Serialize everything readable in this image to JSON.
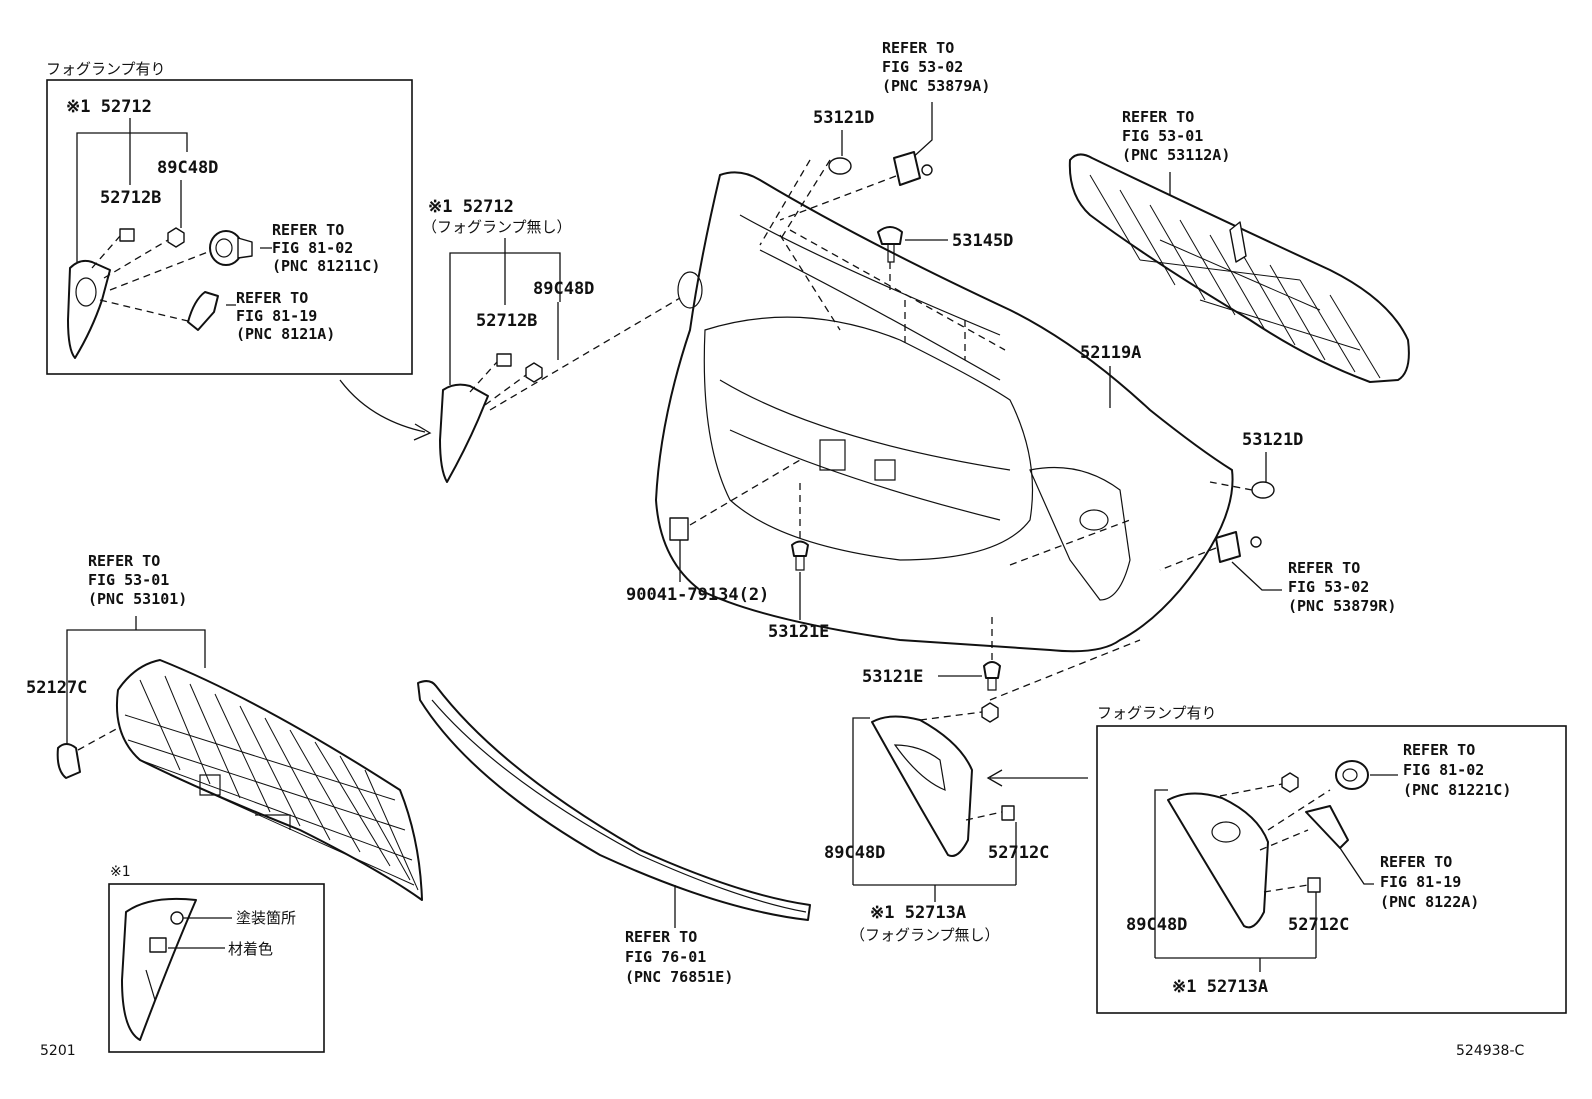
{
  "labels": {
    "fog_with_tl": "フォグランプ有り",
    "fog_with_br": "フォグランプ有り",
    "fog_without_52712": "（フォグランプ無し）",
    "fog_without_52713a": "（フォグランプ無し）",
    "p52712_tl": "※1 52712",
    "p89c48d_tl": "89C48D",
    "p52712b_tl": "52712B",
    "p52712_mid": "※1 52712",
    "p52712b_mid": "52712B",
    "p89c48d_mid": "89C48D",
    "p53121d_top": "53121D",
    "p53145d": "53145D",
    "p52119a": "52119A",
    "p53121d_right": "53121D",
    "p90041": "90041-79134(2)",
    "p53121e_mid": "53121E",
    "p53121e_low": "53121E",
    "p52127c": "52127C",
    "p89c48d_low": "89C48D",
    "p52712c_low": "52712C",
    "p52713a_low": "※1 52713A",
    "p89c48d_br": "89C48D",
    "p52712c_br": "52712C",
    "p52713a_br": "※1 52713A",
    "legend_mark": "※1",
    "legend_paint": "塗装箇所",
    "legend_material": "材着色",
    "fig_code": "5201",
    "diagram_id": "524938-C"
  },
  "refs": {
    "r1": [
      "REFER TO",
      "FIG 81-02",
      "(PNC 81211C)"
    ],
    "r2": [
      "REFER TO",
      "FIG 81-19",
      "(PNC 8121A)"
    ],
    "r3": [
      "REFER TO",
      "FIG 53-02",
      "(PNC 53879A)"
    ],
    "r4": [
      "REFER TO",
      "FIG 53-01",
      "(PNC 53112A)"
    ],
    "r5": [
      "REFER TO",
      "FIG 53-02",
      "(PNC 53879R)"
    ],
    "r6": [
      "REFER TO",
      "FIG 53-01",
      "(PNC 53101)"
    ],
    "r7": [
      "REFER TO",
      "FIG 76-01",
      "(PNC 76851E)"
    ],
    "r8": [
      "REFER TO",
      "FIG 81-02",
      "(PNC 81221C)"
    ],
    "r9": [
      "REFER TO",
      "FIG 81-19",
      "(PNC 8122A)"
    ]
  }
}
